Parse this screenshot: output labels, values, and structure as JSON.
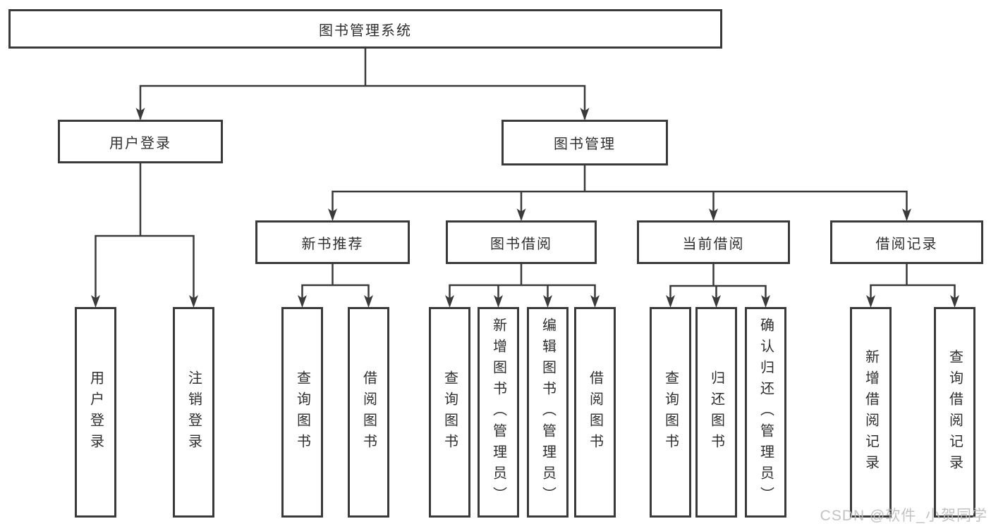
{
  "nodes": {
    "root": "图书管理系统",
    "user_login": "用户登录",
    "book_mgmt": "图书管理",
    "new_book_rec": "新书推荐",
    "book_borrow": "图书借阅",
    "current_borrow": "当前借阅",
    "borrow_records": "借阅记录",
    "leaves": {
      "login": [
        "用户登录",
        "注销登录"
      ],
      "recommend": [
        "查询图书",
        "借阅图书"
      ],
      "borrow": [
        "查询图书",
        "新增图书（管理员）",
        "编辑图书（管理员）",
        "借阅图书"
      ],
      "current": [
        "查询图书",
        "归还图书",
        "确认归还（管理员）"
      ],
      "records": [
        "新增借阅记录",
        "查询借阅记录"
      ]
    }
  },
  "watermark": "CSDN @软件_小贺同学",
  "colors": {
    "line": "#3a3a3a",
    "border": "#3a3a3a",
    "text": "#2f2f2f",
    "watermark": "#bdbdbd",
    "background": "#ffffff"
  }
}
